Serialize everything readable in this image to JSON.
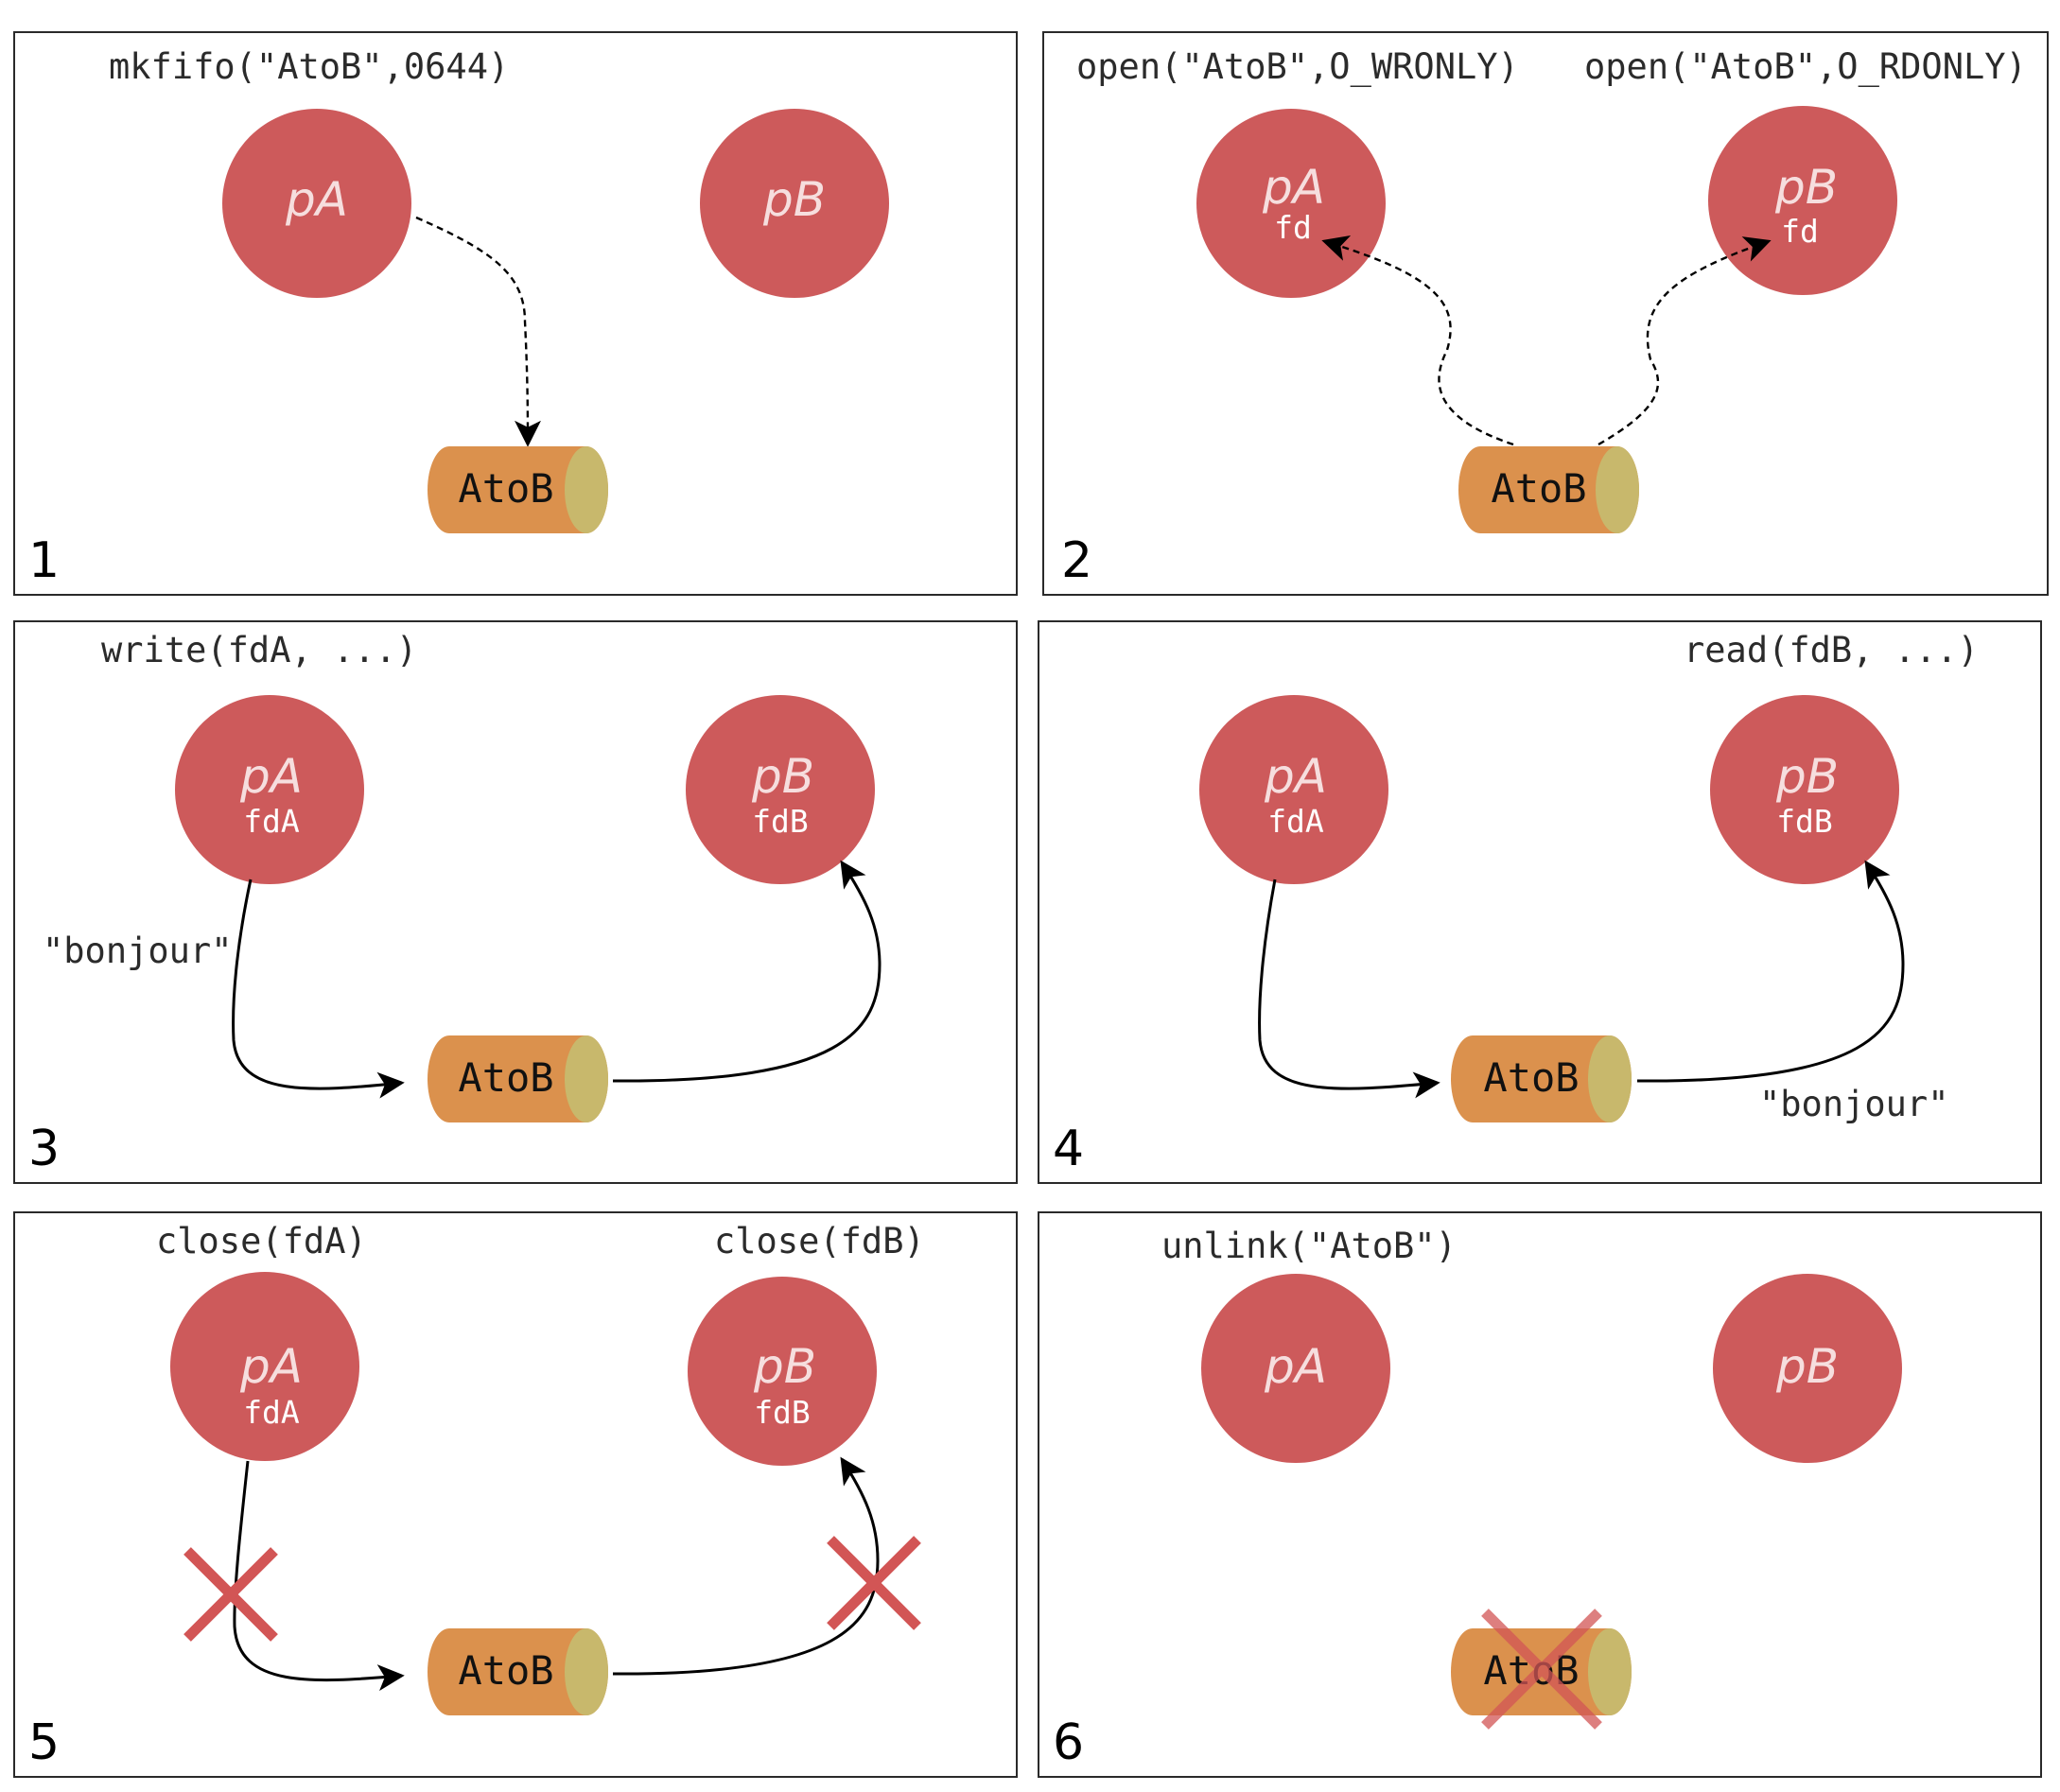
{
  "colors": {
    "process": "#cd5a5b",
    "pipe_body": "#db914d",
    "pipe_end": "#c8b86c",
    "cross": "#d25555"
  },
  "panels": [
    {
      "number": "1",
      "calls": [
        "mkfifo(\"AtoB\",0644)"
      ],
      "pA": "pA",
      "pB": "pB",
      "pipe": "AtoB"
    },
    {
      "number": "2",
      "calls": [
        "open(\"AtoB\",O_WRONLY)",
        "open(\"AtoB\",O_RDONLY)"
      ],
      "pA": "pA",
      "pB": "pB",
      "fdA": "fd",
      "fdB": "fd",
      "pipe": "AtoB"
    },
    {
      "number": "3",
      "calls": [
        "write(fdA, ...)"
      ],
      "pA": "pA",
      "pB": "pB",
      "fdA": "fdA",
      "fdB": "fdB",
      "pipe": "AtoB",
      "message": "\"bonjour\""
    },
    {
      "number": "4",
      "calls": [
        "read(fdB, ...)"
      ],
      "pA": "pA",
      "pB": "pB",
      "fdA": "fdA",
      "fdB": "fdB",
      "pipe": "AtoB",
      "message": "\"bonjour\""
    },
    {
      "number": "5",
      "calls": [
        "close(fdA)",
        "close(fdB)"
      ],
      "pA": "pA",
      "pB": "pB",
      "fdA": "fdA",
      "fdB": "fdB",
      "pipe": "AtoB"
    },
    {
      "number": "6",
      "calls": [
        "unlink(\"AtoB\")"
      ],
      "pA": "pA",
      "pB": "pB",
      "pipe": "AtoB"
    }
  ]
}
